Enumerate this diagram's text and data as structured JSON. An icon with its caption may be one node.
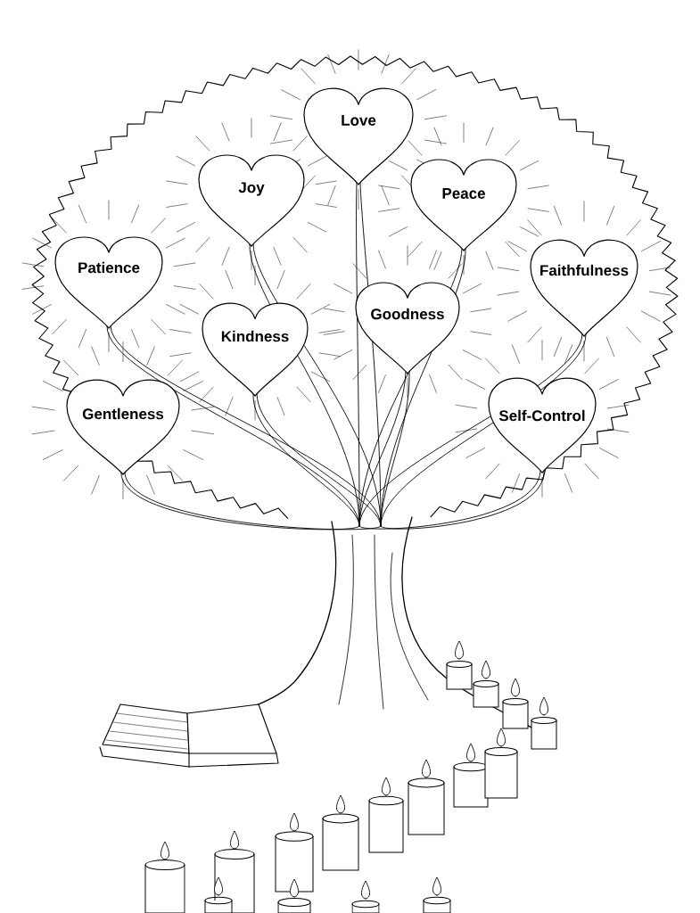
{
  "diagram": {
    "nodes": [
      {
        "text": [
          "Love"
        ]
      },
      {
        "text": [
          "Joy"
        ]
      },
      {
        "text": [
          "Peace"
        ]
      },
      {
        "text": [
          "Patience"
        ]
      },
      {
        "text": [
          "Faithfulness"
        ]
      },
      {
        "text": [
          "Goodness"
        ]
      },
      {
        "text": [
          "Kindness"
        ]
      },
      {
        "text": [
          "Gentleness"
        ]
      },
      {
        "text": [
          "Self-Control"
        ]
      }
    ]
  }
}
